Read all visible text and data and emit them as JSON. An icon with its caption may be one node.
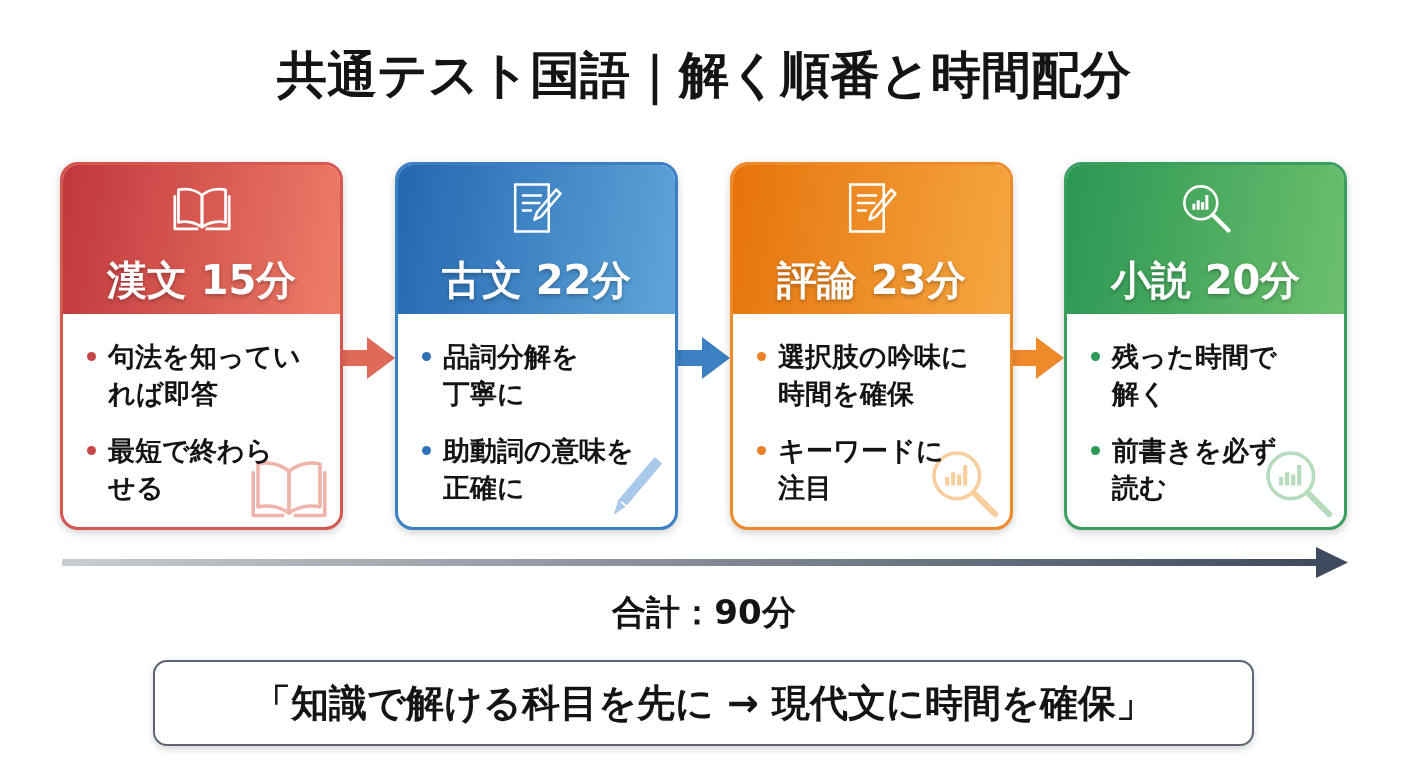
{
  "diagram": {
    "title": "共通テスト国語｜解く順番と時間配分",
    "nodes": [
      {
        "text": [
          "漢文 15分",
          "句法を知っていれば即答",
          "最短で終わらせる"
        ]
      },
      {
        "text": [
          "古文 22分",
          "品詞分解を丁寧に",
          "助動詞の意味を正確に"
        ]
      },
      {
        "text": [
          "評論 23分",
          "選択肢の吟味に時間を確保",
          "キーワードに注目"
        ]
      },
      {
        "text": [
          "小説 20分",
          "残った時間で解く",
          "前書きを必ず読む"
        ]
      },
      {
        "text": [
          "「知識で解ける科目を先に → 現代文に時間を確保」"
        ]
      }
    ],
    "edges": [
      {
        "from": 0,
        "to": 1,
        "arrow": "to",
        "color": "#e06a58"
      },
      {
        "from": 1,
        "to": 2,
        "arrow": "to",
        "color": "#3b80c2"
      },
      {
        "from": 2,
        "to": 3,
        "arrow": "to",
        "color": "#ef8a2b"
      }
    ],
    "labels": [
      "合計：90分"
    ]
  }
}
